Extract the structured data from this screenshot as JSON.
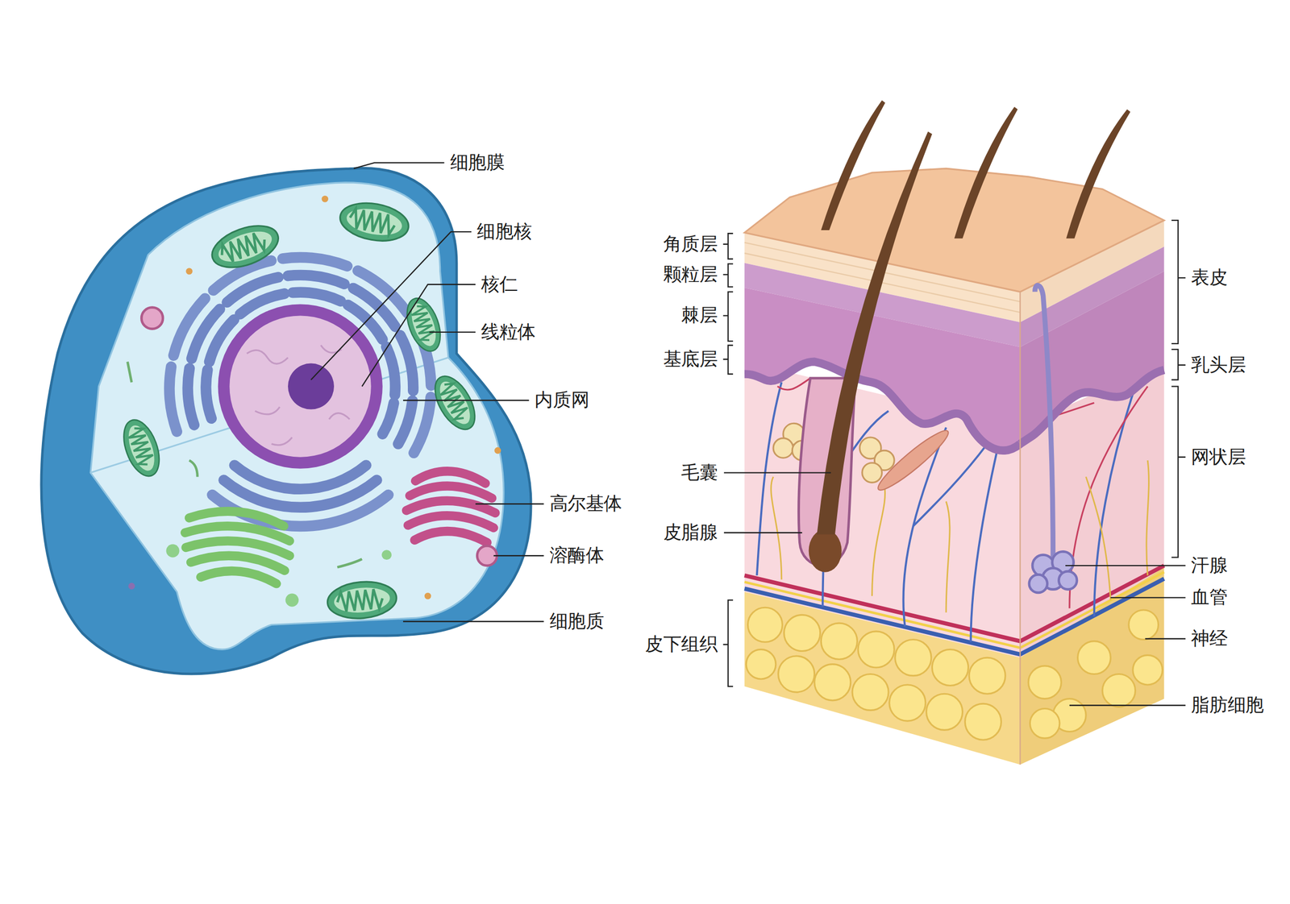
{
  "diagram": {
    "labels": [
      "细胞膜",
      "细胞核",
      "核仁",
      "线粒体",
      "内质网",
      "高尔基体",
      "溶酶体",
      "细胞质",
      "角质层",
      "颗粒层",
      "棘层",
      "基底层",
      "表皮",
      "乳头层",
      "网状层",
      "毛囊",
      "皮脂腺",
      "汗腺",
      "血管",
      "神经",
      "皮下组织",
      "脂肪细胞"
    ]
  }
}
